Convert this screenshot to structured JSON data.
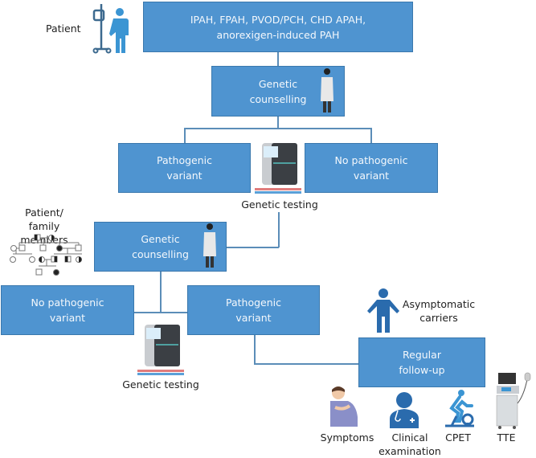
{
  "colors": {
    "box_fill": "#4f94d0",
    "box_border": "#3a78ad",
    "connector": "#5b8db8",
    "person_blue": "#3b95d3",
    "dark_blue": "#2a6bad"
  },
  "labels": {
    "patient": "Patient",
    "family": "Patient/\nfamily members",
    "genetic_testing_1": "Genetic testing",
    "genetic_testing_2": "Genetic testing",
    "asymptomatic": "Asymptomatic\ncarriers",
    "symptoms": "Symptoms",
    "clinical": "Clinical\nexamination",
    "cpet": "CPET",
    "tte": "TTE"
  },
  "boxes": {
    "diagnoses": "IPAH, FPAH, PVOD/PCH, CHD APAH,\nanorexigen-induced PAH",
    "counselling_1": "Genetic\ncounselling",
    "pathogenic_1": "Pathogenic\nvariant",
    "no_pathogenic_1": "No pathogenic\nvariant",
    "counselling_2": "Genetic\ncounselling",
    "no_pathogenic_2": "No pathogenic\nvariant",
    "pathogenic_2": "Pathogenic\nvariant",
    "follow_up": "Regular\nfollow-up"
  },
  "icons": {
    "patient": "patient-iv-drip-icon",
    "doctor": "doctor-icon",
    "sequencer": "dna-sequencer-icon",
    "pedigree": "pedigree-chart-icon",
    "carrier": "person-icon",
    "symptoms": "chest-pain-person-icon",
    "clinical": "physician-stethoscope-icon",
    "cpet": "exercise-bike-icon",
    "tte": "ultrasound-machine-icon"
  }
}
